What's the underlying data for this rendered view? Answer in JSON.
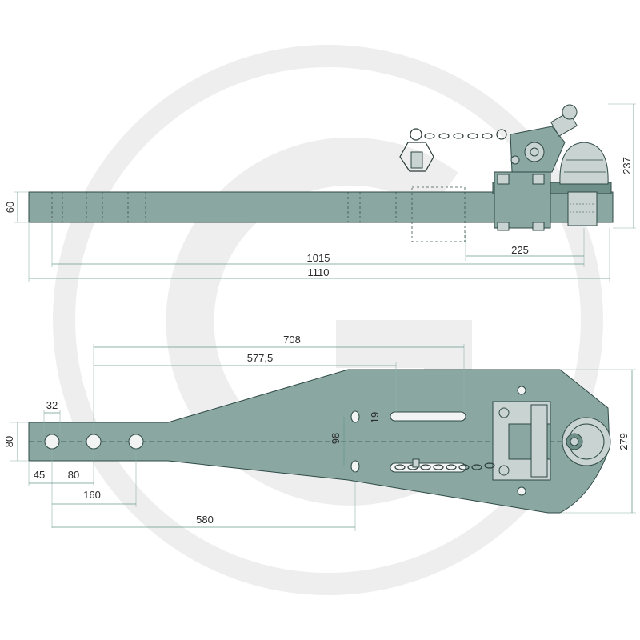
{
  "colors": {
    "part_fill": "#8aa7a1",
    "part_outline": "#2f4a46",
    "dimension_line": "#6a9a8c",
    "background": "#ffffff",
    "watermark": "#eeeeee"
  },
  "side_view": {
    "dim_height": "60",
    "dim_total_height": "237",
    "dim_hole_span": "1015",
    "dim_overall_length": "1110",
    "dim_ball_offset": "225"
  },
  "top_view": {
    "dim_708": "708",
    "dim_577_5": "577,5",
    "dim_19": "19",
    "dim_98": "98",
    "dim_width": "279",
    "dim_32": "32",
    "dim_80_height": "80",
    "dim_45": "45",
    "dim_80": "80",
    "dim_160": "160",
    "dim_580": "580"
  },
  "icons": [
    "watermark-logo-icon",
    "linch-pin-icon",
    "safety-chain-icon",
    "ball-hitch-icon"
  ]
}
